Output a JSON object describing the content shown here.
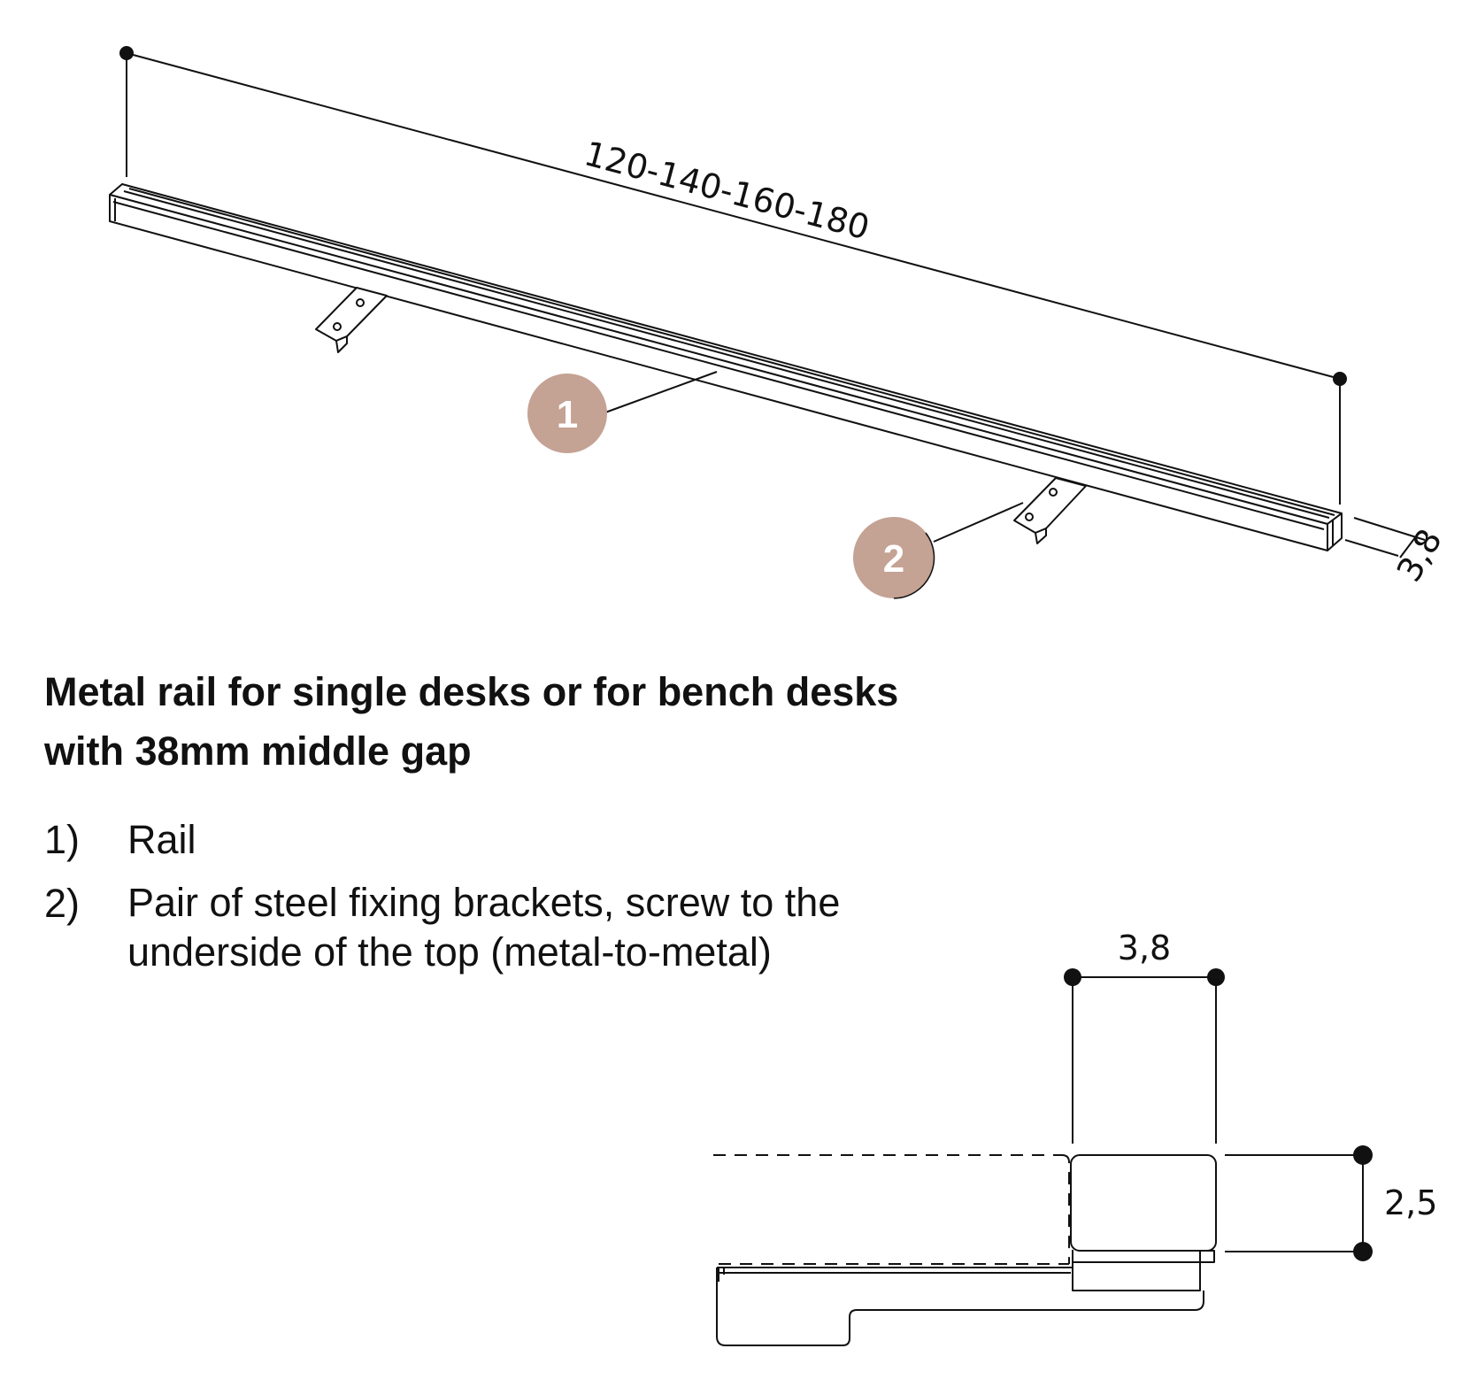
{
  "top_view": {
    "length_label": "120-140-160-180",
    "depth_label": "3,8"
  },
  "callouts": [
    {
      "number": "1"
    },
    {
      "number": "2"
    }
  ],
  "colors": {
    "badge": "#c4a294",
    "line": "#111111"
  },
  "heading": "Metal rail for single desks or for bench desks with 38mm middle gap",
  "parts": [
    {
      "num": "1)",
      "text": "Rail"
    },
    {
      "num": "2)",
      "text": "Pair of steel fixing brackets, screw to the underside of the top (metal-to-metal)"
    }
  ],
  "section_view": {
    "width_label": "3,8",
    "height_label": "2,5"
  }
}
